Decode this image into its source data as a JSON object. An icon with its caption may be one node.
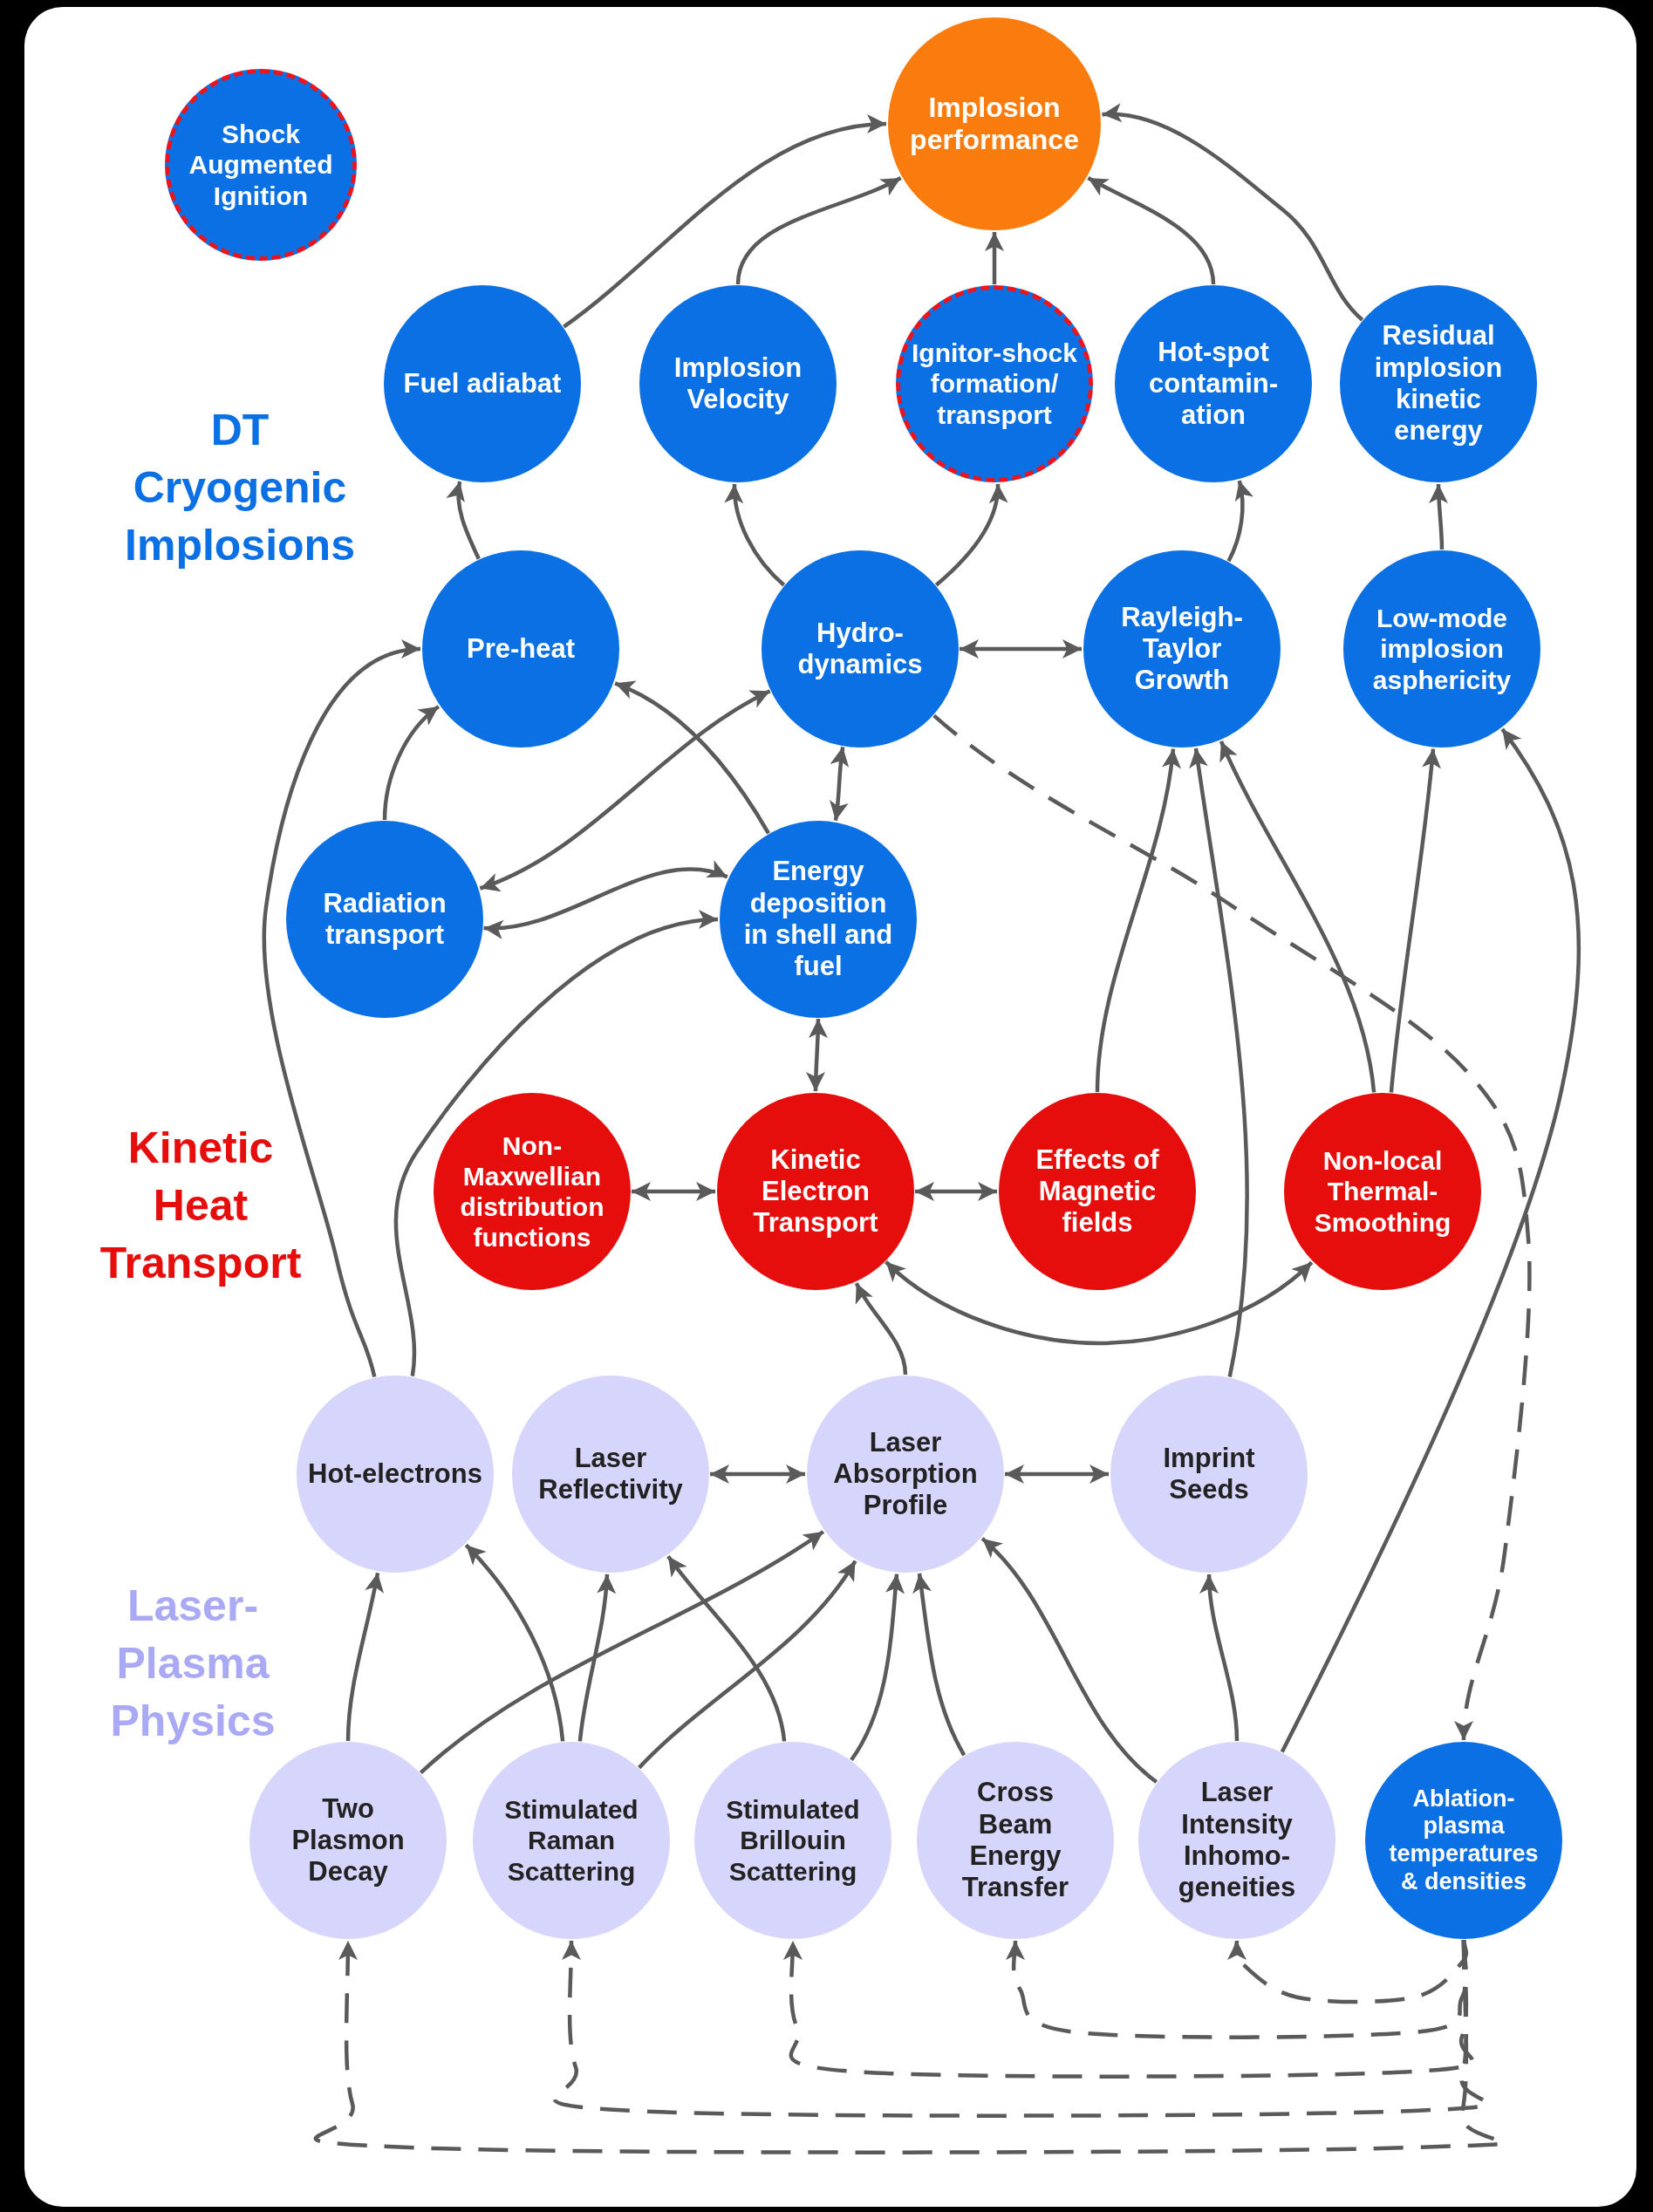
{
  "diagram": {
    "nodes": [
      {
        "text": [
          "Shock Augmented Ignition"
        ]
      },
      {
        "text": [
          "Implosion performance"
        ]
      },
      {
        "text": [
          "Fuel adiabat"
        ]
      },
      {
        "text": [
          "Implosion Velocity"
        ]
      },
      {
        "text": [
          "Ignitor-shock formation/ transport"
        ]
      },
      {
        "text": [
          "Hot-spot contamin-ation"
        ]
      },
      {
        "text": [
          "Residual implosion kinetic energy"
        ]
      },
      {
        "text": [
          "Pre-heat"
        ]
      },
      {
        "text": [
          "Hydro-dynamics"
        ]
      },
      {
        "text": [
          "Rayleigh-Taylor Growth"
        ]
      },
      {
        "text": [
          "Low-mode implosion asphericity"
        ]
      },
      {
        "text": [
          "Radiation transport"
        ]
      },
      {
        "text": [
          "Energy deposition in shell and fuel"
        ]
      },
      {
        "text": [
          "Non-Maxwellian distribution functions"
        ]
      },
      {
        "text": [
          "Kinetic Electron Transport"
        ]
      },
      {
        "text": [
          "Effects of Magnetic fields"
        ]
      },
      {
        "text": [
          "Non-local Thermal-Smoothing"
        ]
      },
      {
        "text": [
          "Hot-electrons"
        ]
      },
      {
        "text": [
          "Laser Reflectivity"
        ]
      },
      {
        "text": [
          "Laser Absorption Profile"
        ]
      },
      {
        "text": [
          "Imprint Seeds"
        ]
      },
      {
        "text": [
          "Two Plasmon Decay"
        ]
      },
      {
        "text": [
          "Stimulated Raman Scattering"
        ]
      },
      {
        "text": [
          "Stimulated Brillouin Scattering"
        ]
      },
      {
        "text": [
          "Cross Beam Energy Transfer"
        ]
      },
      {
        "text": [
          "Laser Intensity Inhomo-geneities"
        ]
      },
      {
        "text": [
          "Ablation-plasma temperatures & densities"
        ]
      }
    ],
    "edges": [
      {
        "from": 2,
        "to": 1,
        "arrow": "to"
      },
      {
        "from": 3,
        "to": 1,
        "arrow": "to"
      },
      {
        "from": 4,
        "to": 1,
        "arrow": "to"
      },
      {
        "from": 5,
        "to": 1,
        "arrow": "to"
      },
      {
        "from": 6,
        "to": 1,
        "arrow": "to"
      },
      {
        "from": 7,
        "to": 2,
        "arrow": "to"
      },
      {
        "from": 8,
        "to": 3,
        "arrow": "to"
      },
      {
        "from": 8,
        "to": 4,
        "arrow": "to"
      },
      {
        "from": 9,
        "to": 5,
        "arrow": "to"
      },
      {
        "from": 10,
        "to": 6,
        "arrow": "to"
      },
      {
        "from": 8,
        "to": 9,
        "arrow": "both"
      },
      {
        "from": 8,
        "to": 11,
        "arrow": "both"
      },
      {
        "from": 12,
        "to": 7,
        "arrow": "to"
      },
      {
        "from": 11,
        "to": 7,
        "arrow": "to"
      },
      {
        "from": 11,
        "to": 12,
        "arrow": "both"
      },
      {
        "from": 8,
        "to": 12,
        "arrow": "both"
      },
      {
        "from": 17,
        "to": 7,
        "arrow": "to"
      },
      {
        "from": 17,
        "to": 12,
        "arrow": "to"
      },
      {
        "from": 12,
        "to": 14,
        "arrow": "both"
      },
      {
        "from": 13,
        "to": 14,
        "arrow": "both"
      },
      {
        "from": 14,
        "to": 15,
        "arrow": "both"
      },
      {
        "from": 14,
        "to": 16,
        "arrow": "both"
      },
      {
        "from": 15,
        "to": 9,
        "arrow": "to"
      },
      {
        "from": 16,
        "to": 9,
        "arrow": "to"
      },
      {
        "from": 16,
        "to": 10,
        "arrow": "to"
      },
      {
        "from": 19,
        "to": 14,
        "arrow": "to"
      },
      {
        "from": 20,
        "to": 9,
        "arrow": "to"
      },
      {
        "from": 18,
        "to": 19,
        "arrow": "both"
      },
      {
        "from": 19,
        "to": 20,
        "arrow": "both"
      },
      {
        "from": 21,
        "to": 17,
        "arrow": "to"
      },
      {
        "from": 21,
        "to": 19,
        "arrow": "to"
      },
      {
        "from": 22,
        "to": 17,
        "arrow": "to"
      },
      {
        "from": 22,
        "to": 18,
        "arrow": "to"
      },
      {
        "from": 22,
        "to": 19,
        "arrow": "to"
      },
      {
        "from": 23,
        "to": 18,
        "arrow": "to"
      },
      {
        "from": 23,
        "to": 19,
        "arrow": "to"
      },
      {
        "from": 24,
        "to": 19,
        "arrow": "to"
      },
      {
        "from": 25,
        "to": 19,
        "arrow": "to"
      },
      {
        "from": 25,
        "to": 20,
        "arrow": "to"
      },
      {
        "from": 25,
        "to": 10,
        "arrow": "to"
      },
      {
        "from": 8,
        "to": 26,
        "arrow": "to",
        "style": "dashed"
      },
      {
        "from": 26,
        "to": 25,
        "arrow": "to",
        "style": "dashed"
      },
      {
        "from": 26,
        "to": 24,
        "arrow": "to",
        "style": "dashed"
      },
      {
        "from": 26,
        "to": 23,
        "arrow": "to",
        "style": "dashed"
      },
      {
        "from": 26,
        "to": 22,
        "arrow": "to",
        "style": "dashed"
      },
      {
        "from": 26,
        "to": 21,
        "arrow": "to",
        "style": "dashed"
      }
    ],
    "labels": [
      "DT Cryogenic Implosions",
      "Kinetic Heat Transport",
      "Laser-Plasma Physics"
    ]
  }
}
